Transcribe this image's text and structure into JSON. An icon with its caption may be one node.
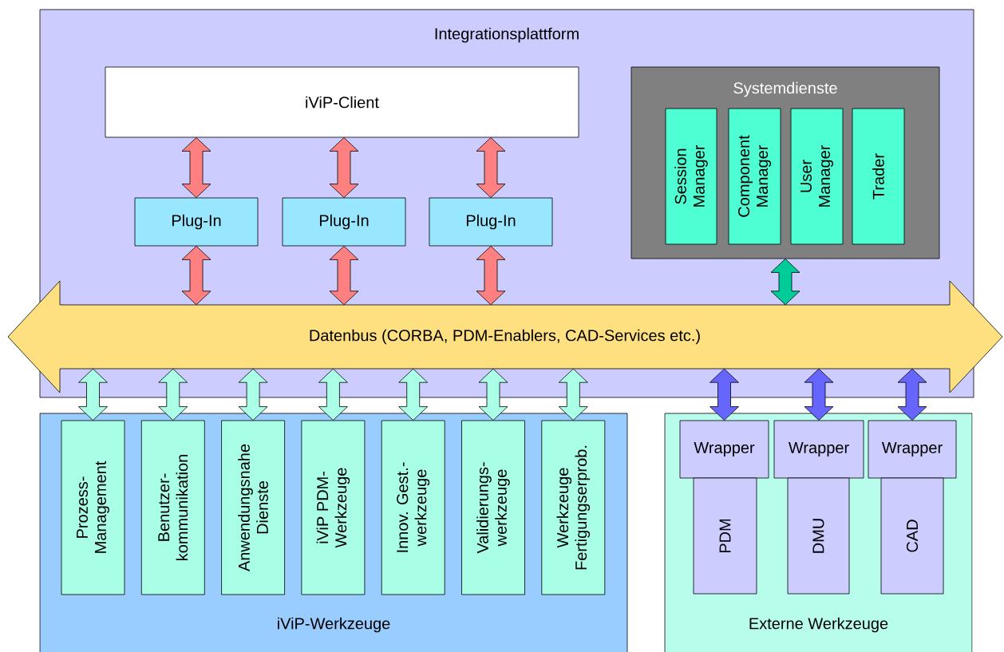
{
  "diagram": {
    "nodes": [
      {
        "text": [
          "Integrationsplattform"
        ]
      },
      {
        "text": [
          "iViP-Client"
        ],
        "in": 0
      },
      {
        "text": [
          "Plug-In"
        ],
        "in": 0
      },
      {
        "text": [
          "Plug-In"
        ],
        "in": 0
      },
      {
        "text": [
          "Plug-In"
        ],
        "in": 0
      },
      {
        "text": [
          "Systemdienste"
        ],
        "in": 0
      },
      {
        "text": [
          "Session Manager"
        ],
        "in": 5
      },
      {
        "text": [
          "Component Manager"
        ],
        "in": 5
      },
      {
        "text": [
          "User Manager"
        ],
        "in": 5
      },
      {
        "text": [
          "Trader"
        ],
        "in": 5
      },
      {
        "text": [
          "Datenbus (CORBA, PDM-Enablers, CAD-Services etc.)"
        ]
      },
      {
        "text": [
          "iViP-Werkzeuge"
        ]
      },
      {
        "text": [
          "Prozess- Management"
        ],
        "in": 11
      },
      {
        "text": [
          "Benutzer- kommunikation"
        ],
        "in": 11
      },
      {
        "text": [
          "Anwendungsnahe Dienste"
        ],
        "in": 11
      },
      {
        "text": [
          "iViP PDM- Werkzeuge"
        ],
        "in": 11
      },
      {
        "text": [
          "Innov. Gest.- werkzeuge"
        ],
        "in": 11
      },
      {
        "text": [
          "Validierungs- werkzeuge"
        ],
        "in": 11
      },
      {
        "text": [
          "Werkzeuge Fertigungserprob."
        ],
        "in": 11
      },
      {
        "text": [
          "Externe Werkzeuge"
        ]
      },
      {
        "text": [
          "Wrapper"
        ],
        "in": 19
      },
      {
        "text": [
          "Wrapper"
        ],
        "in": 19
      },
      {
        "text": [
          "Wrapper"
        ],
        "in": 19
      },
      {
        "text": [
          "PDM"
        ],
        "in": 19
      },
      {
        "text": [
          "DMU"
        ],
        "in": 19
      },
      {
        "text": [
          "CAD"
        ],
        "in": 19
      }
    ],
    "edges": [
      {
        "from": 1,
        "to": 2,
        "arrow": "both",
        "color": "#ff8080"
      },
      {
        "from": 1,
        "to": 3,
        "arrow": "both",
        "color": "#ff8080"
      },
      {
        "from": 1,
        "to": 4,
        "arrow": "both",
        "color": "#ff8080"
      },
      {
        "from": 2,
        "to": 10,
        "arrow": "both",
        "color": "#ff8080"
      },
      {
        "from": 3,
        "to": 10,
        "arrow": "both",
        "color": "#ff8080"
      },
      {
        "from": 4,
        "to": 10,
        "arrow": "both",
        "color": "#ff8080"
      },
      {
        "from": 5,
        "to": 10,
        "arrow": "both",
        "color": "#00cc99"
      },
      {
        "from": 10,
        "to": 12,
        "arrow": "both",
        "color": "#aaffe6"
      },
      {
        "from": 10,
        "to": 13,
        "arrow": "both",
        "color": "#aaffe6"
      },
      {
        "from": 10,
        "to": 14,
        "arrow": "both",
        "color": "#aaffe6"
      },
      {
        "from": 10,
        "to": 15,
        "arrow": "both",
        "color": "#aaffe6"
      },
      {
        "from": 10,
        "to": 16,
        "arrow": "both",
        "color": "#aaffe6"
      },
      {
        "from": 10,
        "to": 17,
        "arrow": "both",
        "color": "#aaffe6"
      },
      {
        "from": 10,
        "to": 18,
        "arrow": "both",
        "color": "#aaffe6"
      },
      {
        "from": 10,
        "to": 20,
        "arrow": "both",
        "color": "#6666ff"
      },
      {
        "from": 10,
        "to": 21,
        "arrow": "both",
        "color": "#6666ff"
      },
      {
        "from": 10,
        "to": 22,
        "arrow": "both",
        "color": "#6666ff"
      }
    ]
  }
}
